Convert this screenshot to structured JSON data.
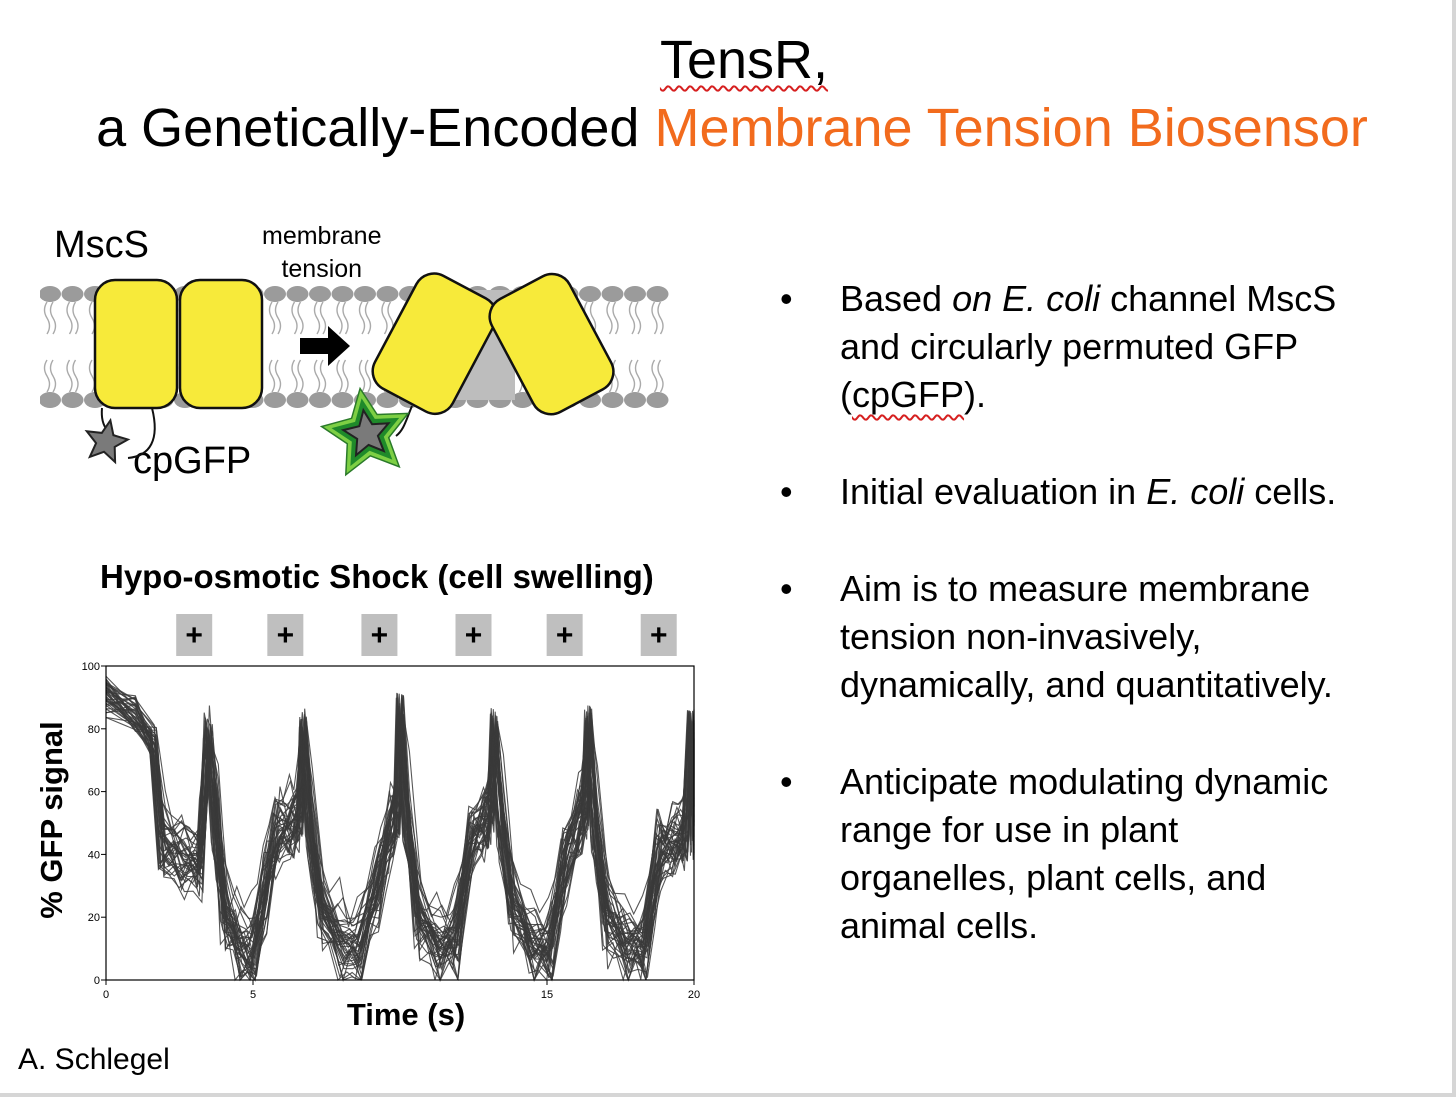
{
  "title": {
    "line1": "TensR,",
    "line2_prefix": "a Genetically-Encoded ",
    "line2_accent": "Membrane Tension Biosensor"
  },
  "diagram": {
    "mscs_label": "MscS",
    "tension_label_1": "membrane",
    "tension_label_2": "tension",
    "cpgfp_label": "cpGFP"
  },
  "colors": {
    "accent": "#f26b1d",
    "channel_yellow": "#f7ea3a",
    "gfp_green": "#2fa83a",
    "trace": "#3a3a3a"
  },
  "bullets": {
    "b1_a": "Based ",
    "b1_b": "on E. coli",
    "b1_c": " channel MscS",
    "b1_d": "and circularly permuted GFP",
    "b1_e": "(",
    "b1_f": "cpGFP",
    "b1_g": ").",
    "b2_a": "Initial evaluation in ",
    "b2_b": "E. coli",
    "b2_c": " cells.",
    "b3_a": "Aim is to measure membrane",
    "b3_b": "tension non-invasively,",
    "b3_c": "dynamically, and quantitatively.",
    "b4_a": "Anticipate modulating dynamic",
    "b4_b": "range for use in plant",
    "b4_c": "organelles, plant cells, and",
    "b4_d": "animal cells."
  },
  "chart_data": {
    "type": "line",
    "title": "Hypo-osmotic Shock (cell swelling)",
    "xlabel": "Time (s)",
    "ylabel": "% GFP signal",
    "xlim": [
      0,
      20
    ],
    "ylim": [
      0,
      100
    ],
    "xticks": [
      0,
      5,
      15,
      20
    ],
    "yticks": [
      0,
      20,
      40,
      60,
      80,
      100
    ],
    "stimulus_marker": "+",
    "stimuli_times": [
      3.0,
      6.1,
      9.3,
      12.5,
      15.6,
      18.8
    ],
    "series_count": 40,
    "mean_series": {
      "x": [
        0,
        1,
        1.6,
        1.9,
        2.6,
        3.2,
        3.4,
        3.5,
        3.7,
        4.0,
        4.5,
        5.0,
        5.4,
        5.8,
        6.3,
        6.6,
        6.7,
        6.9,
        7.3,
        8.0,
        8.6,
        9.2,
        9.7,
        9.9,
        10.0,
        10.2,
        10.6,
        11.3,
        11.9,
        12.4,
        12.9,
        13.1,
        13.2,
        13.4,
        13.8,
        14.5,
        15.1,
        15.6,
        16.1,
        16.3,
        16.4,
        16.6,
        17.0,
        17.7,
        18.3,
        18.8,
        19.3,
        19.7,
        19.9,
        20.0
      ],
      "y": [
        95,
        90,
        80,
        45,
        40,
        38,
        70,
        80,
        55,
        25,
        12,
        8,
        30,
        48,
        50,
        55,
        85,
        55,
        25,
        12,
        10,
        30,
        50,
        55,
        90,
        55,
        22,
        12,
        14,
        45,
        52,
        58,
        85,
        55,
        25,
        12,
        10,
        38,
        52,
        58,
        86,
        55,
        22,
        12,
        12,
        42,
        45,
        48,
        85,
        50
      ]
    }
  }
}
